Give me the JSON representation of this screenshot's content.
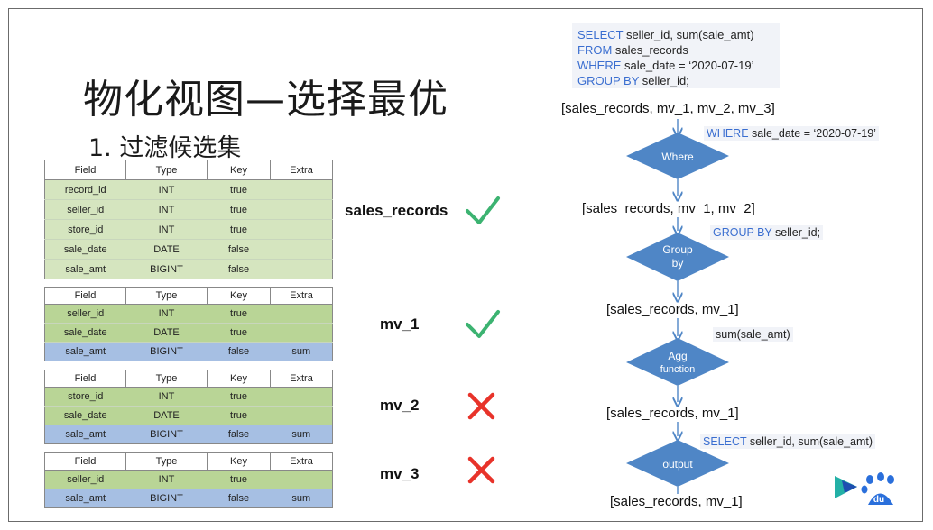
{
  "title": "物化视图—选择最优",
  "subtitle": "1. 过滤候选集",
  "table_headers": [
    "Field",
    "Type",
    "Key",
    "Extra"
  ],
  "tables": [
    {
      "name": "sales_records",
      "status": "check",
      "rows": [
        {
          "field": "record_id",
          "type": "INT",
          "key": "true",
          "extra": "",
          "style": "green"
        },
        {
          "field": "seller_id",
          "type": "INT",
          "key": "true",
          "extra": "",
          "style": "green"
        },
        {
          "field": "store_id",
          "type": "INT",
          "key": "true",
          "extra": "",
          "style": "green"
        },
        {
          "field": "sale_date",
          "type": "DATE",
          "key": "false",
          "extra": "",
          "style": "green"
        },
        {
          "field": "sale_amt",
          "type": "BIGINT",
          "key": "false",
          "extra": "",
          "style": "green"
        }
      ]
    },
    {
      "name": "mv_1",
      "status": "check",
      "rows": [
        {
          "field": "seller_id",
          "type": "INT",
          "key": "true",
          "extra": "",
          "style": "green-strong"
        },
        {
          "field": "sale_date",
          "type": "DATE",
          "key": "true",
          "extra": "",
          "style": "green-strong"
        },
        {
          "field": "sale_amt",
          "type": "BIGINT",
          "key": "false",
          "extra": "sum",
          "style": "blue"
        }
      ]
    },
    {
      "name": "mv_2",
      "status": "cross",
      "rows": [
        {
          "field": "store_id",
          "type": "INT",
          "key": "true",
          "extra": "",
          "style": "green-strong"
        },
        {
          "field": "sale_date",
          "type": "DATE",
          "key": "true",
          "extra": "",
          "style": "green-strong"
        },
        {
          "field": "sale_amt",
          "type": "BIGINT",
          "key": "false",
          "extra": "sum",
          "style": "blue"
        }
      ]
    },
    {
      "name": "mv_3",
      "status": "cross",
      "rows": [
        {
          "field": "seller_id",
          "type": "INT",
          "key": "true",
          "extra": "",
          "style": "green-strong"
        },
        {
          "field": "sale_amt",
          "type": "BIGINT",
          "key": "false",
          "extra": "sum",
          "style": "blue"
        }
      ]
    }
  ],
  "sql": {
    "line1_kw": "SELECT",
    "line1_rest": " seller_id, sum(sale_amt)",
    "line2_kw": "FROM",
    "line2_rest": " sales_records",
    "line3_kw": "WHERE",
    "line3_rest": " sale_date = ‘2020-07-19’",
    "line4_kw": "GROUP BY",
    "line4_rest": " seller_id;"
  },
  "flow": {
    "set1": "[sales_records, mv_1, mv_2, mv_3]",
    "node1": "Where",
    "clause1_kw": "WHERE",
    "clause1_rest": " sale_date = ‘2020-07-19’",
    "set2": "[sales_records, mv_1, mv_2]",
    "node2_l1": "Group",
    "node2_l2": "by",
    "clause2_kw": "GROUP BY",
    "clause2_rest": " seller_id;",
    "set3": "[sales_records, mv_1]",
    "node3_l1": "Agg",
    "node3_l2": "function",
    "clause3_rest": "sum(sale_amt)",
    "set4": "[sales_records, mv_1]",
    "node4": "output",
    "clause4_kw": "SELECT",
    "clause4_rest": " seller_id, sum(sale_amt)",
    "set5": "[sales_records, mv_1]"
  },
  "colors": {
    "keyword": "#3a6ed0",
    "diamond": "#4f86c6",
    "check": "#3cb371",
    "cross": "#e8332a",
    "row_green": "#d5e5bf",
    "row_green_strong": "#b9d596",
    "row_blue": "#a6bfe3"
  },
  "icons": [
    "check-icon",
    "cross-icon",
    "logo-icon"
  ]
}
